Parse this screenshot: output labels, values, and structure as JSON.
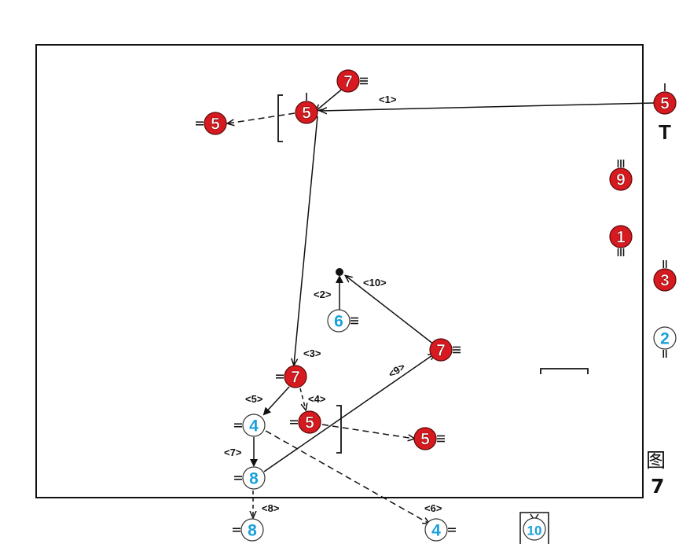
{
  "colors": {
    "offense": "#d71920",
    "defense": "#1aa0dc",
    "line": "#111111"
  },
  "players": [
    {
      "id": "r7-top",
      "number": "7",
      "team": "offense",
      "marks": "right-3"
    },
    {
      "id": "r5-top",
      "number": "5",
      "team": "offense",
      "marks": "top-1"
    },
    {
      "id": "r5-left",
      "number": "5",
      "team": "offense",
      "marks": "left-2"
    },
    {
      "id": "r5-right",
      "number": "5",
      "team": "offense",
      "marks": "top-1"
    },
    {
      "id": "r9",
      "number": "9",
      "team": "offense",
      "marks": "top-3"
    },
    {
      "id": "r1",
      "number": "1",
      "team": "offense",
      "marks": "bottom-3"
    },
    {
      "id": "r3",
      "number": "3",
      "team": "offense",
      "marks": "top-2"
    },
    {
      "id": "b2",
      "number": "2",
      "team": "defense",
      "marks": "bottom-2"
    },
    {
      "id": "b6",
      "number": "6",
      "team": "defense",
      "marks": "right-3"
    },
    {
      "id": "r7-right",
      "number": "7",
      "team": "offense",
      "marks": "right-3"
    },
    {
      "id": "r7-mid",
      "number": "7",
      "team": "offense",
      "marks": "left-2"
    },
    {
      "id": "b4",
      "number": "4",
      "team": "defense",
      "marks": "left-2"
    },
    {
      "id": "r5-mid",
      "number": "5",
      "team": "offense",
      "marks": "left-2"
    },
    {
      "id": "r5-mid-right",
      "number": "5",
      "team": "offense",
      "marks": "right-3"
    },
    {
      "id": "b8",
      "number": "8",
      "team": "defense",
      "marks": "left-2"
    },
    {
      "id": "b8-bottom",
      "number": "8",
      "team": "defense",
      "marks": "left-2"
    },
    {
      "id": "b4-bottom",
      "number": "4",
      "team": "defense",
      "marks": "right-2"
    },
    {
      "id": "b10",
      "number": "10",
      "team": "defense",
      "marks": "box"
    }
  ],
  "labels": {
    "l1": "<1>",
    "l2": "<2>",
    "l3": "<3>",
    "l4": "<4>",
    "l5": "<5>",
    "l6": "<6>",
    "l7": "<7>",
    "l8": "<8>",
    "l9": "<9>",
    "l10": "<10>"
  },
  "figure": {
    "char": "图",
    "number": "7"
  },
  "side_mark": "T"
}
